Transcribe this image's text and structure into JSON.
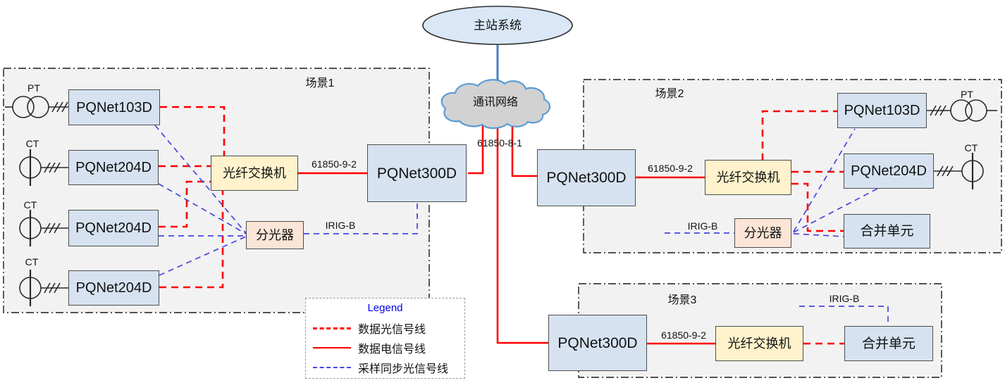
{
  "top": {
    "master_station": "主站系统",
    "comm_network": "通讯网络",
    "protocol_label": "61850-8-1"
  },
  "scenes": {
    "s1": {
      "title": "场景1",
      "sensors": [
        "PT",
        "CT",
        "CT",
        "CT"
      ],
      "monitors": [
        "PQNet103D",
        "PQNet204D",
        "PQNet204D",
        "PQNet204D"
      ],
      "fiber_switch": "光纤交换机",
      "splitter": "分光器",
      "gateway": "PQNet300D",
      "bus_label": "61850-9-2",
      "sync_label": "IRIG-B"
    },
    "s2": {
      "title": "场景2",
      "gateway": "PQNet300D",
      "bus_label": "61850-9-2",
      "fiber_switch": "光纤交换机",
      "splitter": "分光器",
      "merging_unit": "合并单元",
      "sync_label": "IRIG-B",
      "monitors": [
        "PQNet103D",
        "PQNet204D"
      ],
      "sensors": [
        "PT",
        "CT"
      ]
    },
    "s3": {
      "title": "场景3",
      "gateway": "PQNet300D",
      "bus_label": "61850-9-2",
      "fiber_switch": "光纤交换机",
      "merging_unit": "合并单元",
      "sync_label": "IRIG-B"
    }
  },
  "legend": {
    "title": "Legend",
    "items": [
      {
        "label": "数据光信号线",
        "style": "red-dashed"
      },
      {
        "label": "数据电信号线",
        "style": "red-solid"
      },
      {
        "label": "采样同步光信号线",
        "style": "blue-dashed"
      }
    ]
  },
  "colors": {
    "data_optical_line": "#ff0000",
    "data_electrical_line": "#ff0000",
    "sync_optical_line": "#4545e2",
    "master_link_line": "#4a7ec0",
    "device_box_fill": "#d6e2f0",
    "switch_box_fill": "#fff2cc",
    "splitter_box_fill": "#fbe5d6",
    "cloud_fill": "#d2d2d2",
    "cloud_stroke": "#5b9bd5",
    "master_ellipse_fill": "#d9e7f6",
    "scene_fill": "#f2f2f2",
    "legend_title_color": "#0000ee"
  }
}
